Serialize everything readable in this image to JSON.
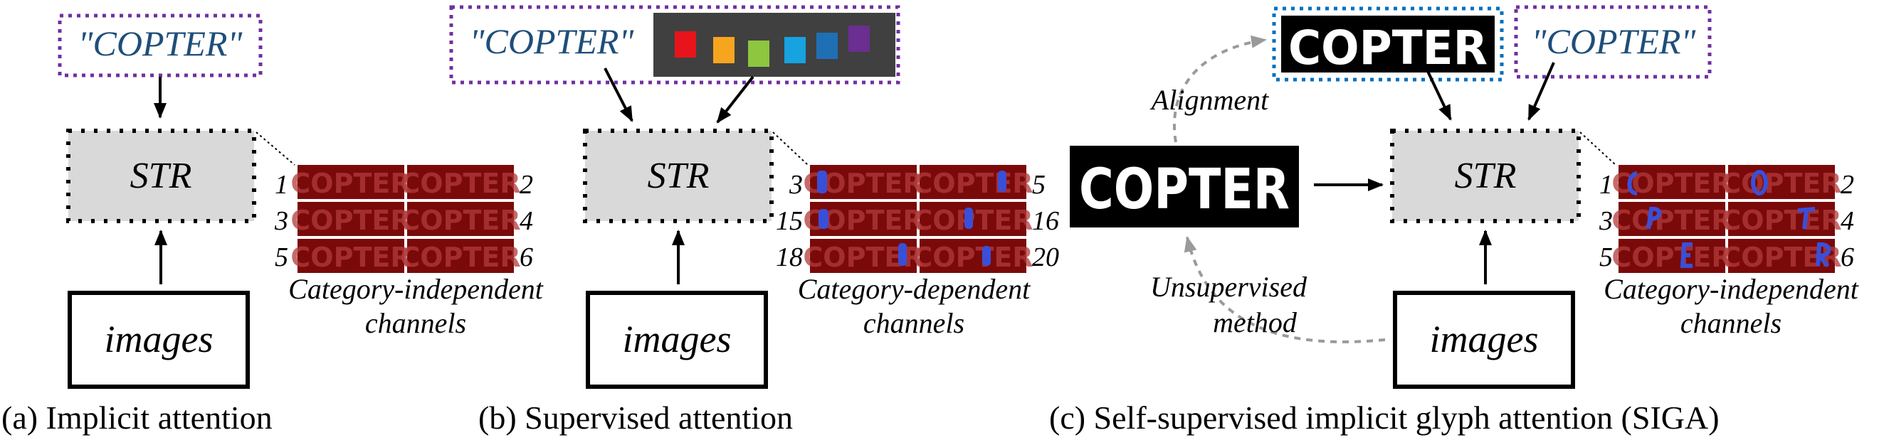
{
  "panels": {
    "a": {
      "caption": "(a) Implicit attention",
      "label": "\"COPTER\"",
      "str": "STR",
      "images": "images",
      "channels_caption": [
        "Category-independent",
        "channels"
      ],
      "channel_numbers": [
        "1",
        "2",
        "3",
        "4",
        "5",
        "6"
      ]
    },
    "b": {
      "caption": "(b) Supervised attention",
      "label": "\"COPTER\"",
      "str": "STR",
      "images": "images",
      "channels_caption": [
        "Category-dependent",
        "channels"
      ],
      "channel_numbers": [
        "3",
        "5",
        "15",
        "16",
        "18",
        "20"
      ],
      "color_swatches": [
        "#e8141b",
        "#f7a51f",
        "#8dc63f",
        "#16a3e0",
        "#1f6fb5",
        "#6b2e91"
      ]
    },
    "c": {
      "caption": "(c) Self-supervised implicit glyph attention (SIGA)",
      "label": "\"COPTER\"",
      "str": "STR",
      "images": "images",
      "glyph_text": "COPTER",
      "alignment_label": "Alignment",
      "unsupervised_label": [
        "Unsupervised",
        "method"
      ],
      "channels_caption": [
        "Category-independent",
        "channels"
      ],
      "channel_numbers": [
        "1",
        "2",
        "3",
        "4",
        "5",
        "6"
      ]
    }
  },
  "channel_tile_text": "COPTER",
  "colors": {
    "label_blue": "#1f4e79",
    "purple_dotted": "#7030a0",
    "blue_dotted": "#0070c0",
    "str_fill": "#d9d9d9",
    "tile_red": "#7a0a0a",
    "highlight_blue": "#3a4fd8",
    "gray_arrow": "#9a9a9a"
  }
}
